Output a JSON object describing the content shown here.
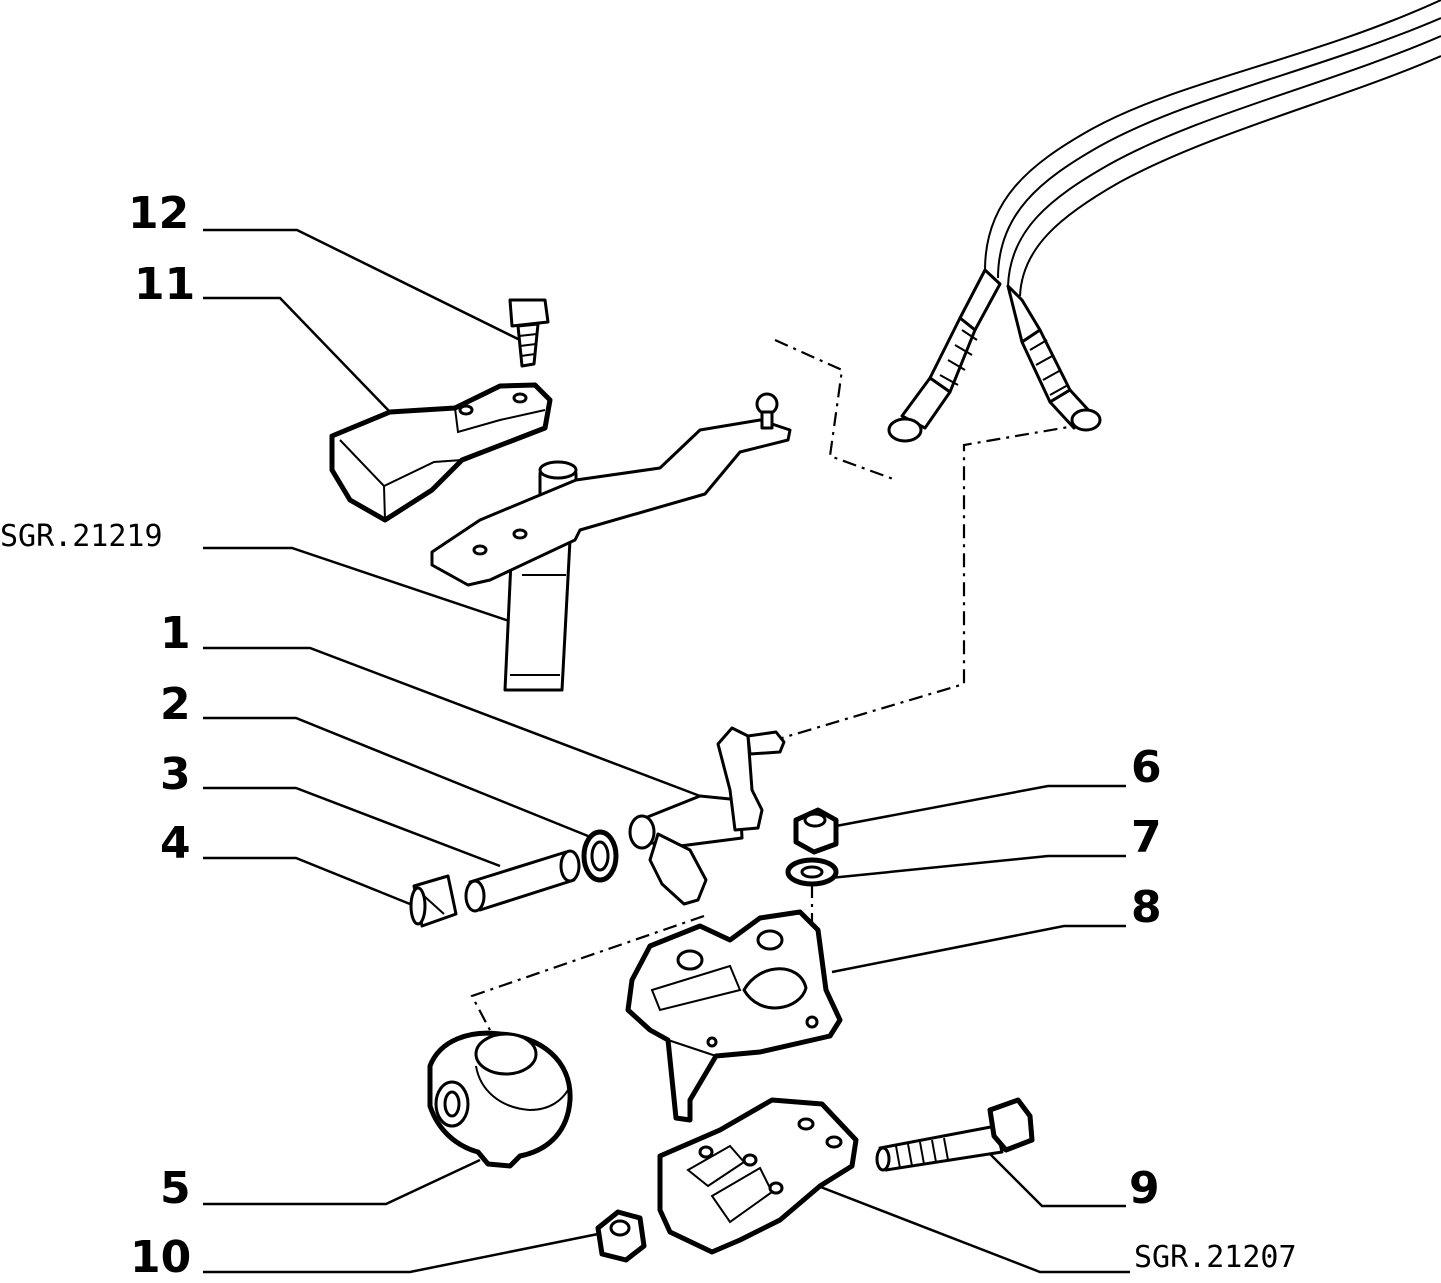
{
  "callouts": {
    "c1": "1",
    "c2": "2",
    "c3": "3",
    "c4": "4",
    "c5": "5",
    "c6": "6",
    "c7": "7",
    "c8": "8",
    "c9": "9",
    "c10": "10",
    "c11": "11",
    "c12": "12"
  },
  "references": {
    "upper": "SGR.21219",
    "lower": "SGR.21207"
  }
}
